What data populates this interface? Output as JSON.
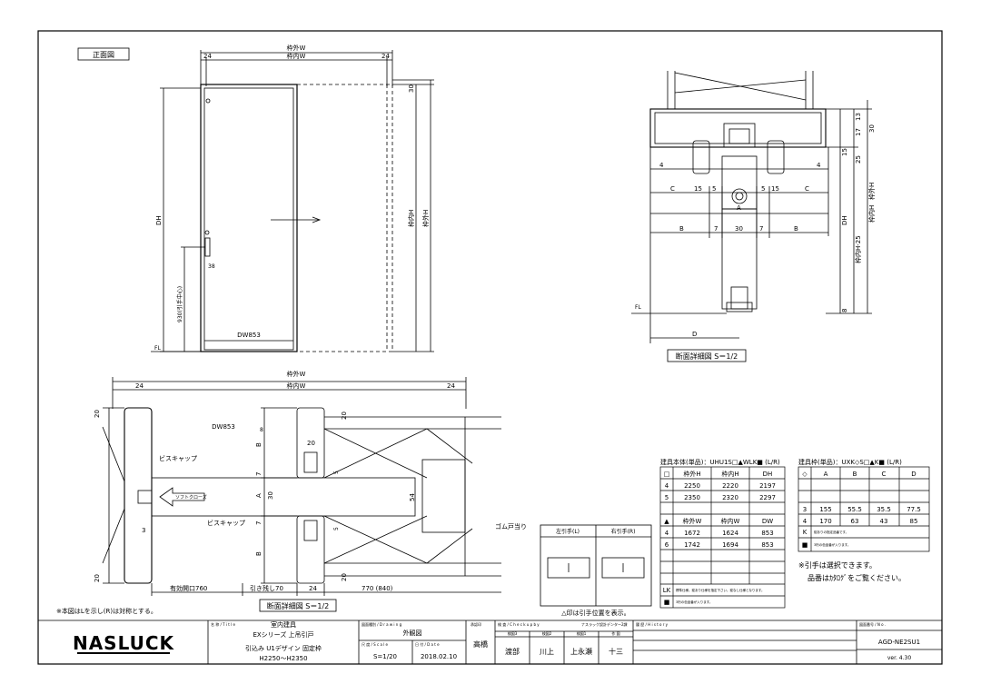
{
  "labels": {
    "front_view": "正面図",
    "section_detail_plan": "断面詳細図 S＝1/2",
    "section_detail_side": "断面詳細図 S＝1/2",
    "frame_outer_w": "枠外W",
    "frame_inner_w": "枠内W",
    "frame_outer_h": "枠外H",
    "frame_inner_h": "枠内H",
    "frame_inner_h_25": "枠内H-25",
    "dh": "DH",
    "dw853": "DW853",
    "handle_height": "930(引手中心)",
    "fl": "FL",
    "screw_cap_top": "ビスキャップ",
    "screw_cap_bottom": "ビスキャップ",
    "soft_close": "ソフトクローズ",
    "rubber_stopper": "ゴム戸当り",
    "effective_opening": "有効開口760",
    "pull_remain": "引き残し70",
    "dim_770": "770 (840)",
    "note_left": "※本図はLを示し(R)は対称とする。",
    "pull_position_note": "△印は引手位置を表示。",
    "pull_left": "左引手(L)",
    "pull_right": "右引手(R)",
    "selectable_note_1": "※引手は選択できます。",
    "selectable_note_2": "品番はｶﾀﾛｸﾞをご覧ください。"
  },
  "dims": {
    "d24a": "24",
    "d24b": "24",
    "d24c": "24",
    "d24d": "24",
    "d24e": "24",
    "d30": "30",
    "d38": "38",
    "d20a": "20",
    "d20b": "20",
    "d20c": "20",
    "d20d": "20",
    "d20e": "20",
    "d7a": "7",
    "d7b": "7",
    "d7c": "7",
    "d7d": "7",
    "d30b": "30",
    "d30c": "30",
    "dA": "A",
    "dA2": "A",
    "dB1": "B",
    "dB2": "B",
    "dB3": "B",
    "dB4": "B",
    "dC1": "C",
    "dC2": "C",
    "dD": "D",
    "d15a": "15",
    "d15b": "15",
    "d15c": "15",
    "d5a": "5",
    "d5b": "5",
    "d5c": "5",
    "d5d": "5",
    "d4a": "4",
    "d4b": "4",
    "d13": "13",
    "d17": "17",
    "d25": "25",
    "d8": "8",
    "d54": "54",
    "d3": "3",
    "d8b": "8"
  },
  "table_door": {
    "title": "建具本体(単品)：UHU1S□▲WLK■ (L/R)",
    "header_h": [
      "□",
      "枠外H",
      "枠内H",
      "DH"
    ],
    "rows_h": [
      [
        "4",
        "2250",
        "2220",
        "2197"
      ],
      [
        "5",
        "2350",
        "2320",
        "2297"
      ]
    ],
    "header_w": [
      "▲",
      "枠外W",
      "枠内W",
      "DW"
    ],
    "rows_w": [
      [
        "4",
        "1672",
        "1624",
        "853"
      ],
      [
        "6",
        "1742",
        "1694",
        "853"
      ]
    ],
    "lk_label": "LK",
    "lk_note": "標準仕様。錠あり仕様を指定下さい。錠なし仕様となります。",
    "black_label": "■",
    "black_note": "3桁の色品番が入ります。"
  },
  "table_frame": {
    "title": "建具枠(単品)：UXK◇S□▲K■ (L/R)",
    "header": [
      "◇",
      "A",
      "B",
      "C",
      "D"
    ],
    "rows": [
      [
        "3",
        "155",
        "55.5",
        "35.5",
        "77.5"
      ],
      [
        "4",
        "170",
        "63",
        "43",
        "85"
      ]
    ],
    "k_label": "K",
    "k_note": "錠ありの指定品番です。",
    "black_label": "■",
    "black_note": "3桁の色品番が入ります。"
  },
  "title_block": {
    "logo": "NASLUCK",
    "title_label": "名 称 / T i t l e",
    "title_line1": "室内建具",
    "title_line2": "EXシリーズ 上吊引戸",
    "title_line3": "引込み U1デザイン 固定枠",
    "title_line4": "H2250〜H2350",
    "drawing_label": "図面種別 / D r a w i n g",
    "drawing_value": "外観図",
    "scale_label": "尺 度 / S c a l e",
    "scale_value": "S=1/20",
    "date_label": "日 付 / D a t e",
    "date_value": "2018.02.10",
    "approve_label": "承認印",
    "approve_value": "高橋",
    "check_label": "検 査 / C h e c k  u p  b y",
    "check_company": "ナスラック設計デンター2課",
    "checkers": [
      "渡部",
      "川上",
      "上永瀬",
      "十三"
    ],
    "checker_labels": [
      "検図3",
      "検図2",
      "検図1",
      "作 図"
    ],
    "history_label": "履 歴 / H i s t o r y",
    "drawing_no_label": "図面番号 / N o .",
    "drawing_no": "AGD-NE2SU1",
    "version": "ver. 4.30"
  }
}
